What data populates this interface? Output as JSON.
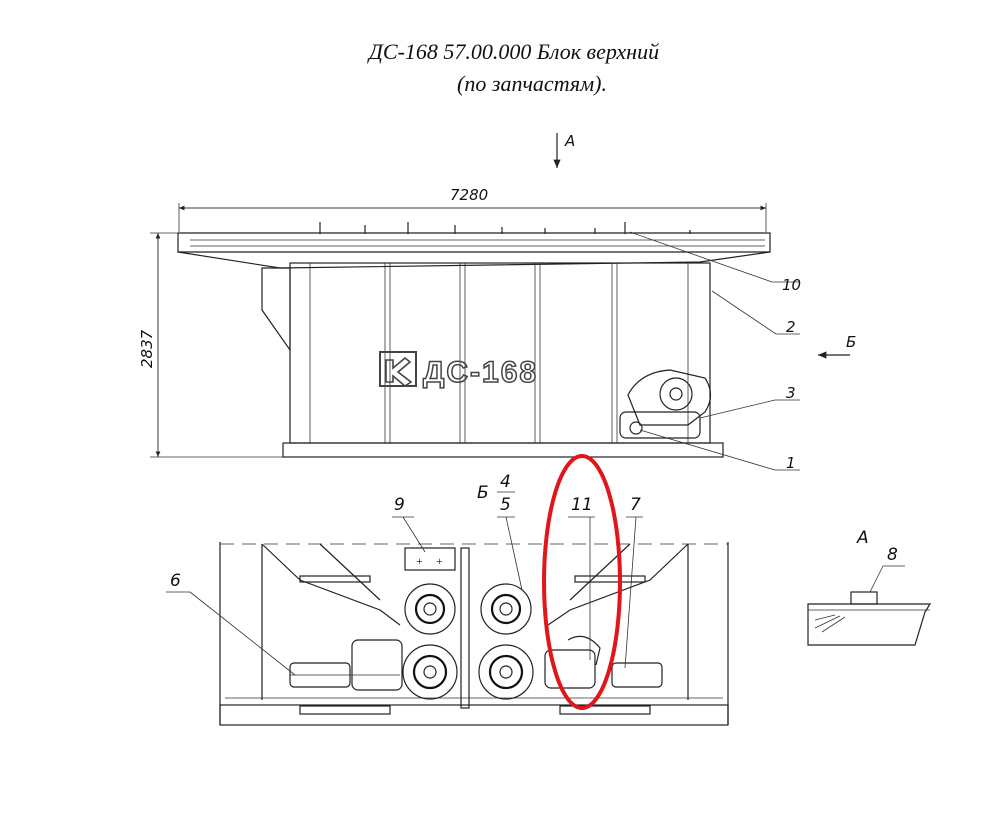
{
  "title": {
    "line1": "ДС-168 57.00.000 Блок верхний",
    "line2": "(по запчастям)."
  },
  "dimensions": {
    "length": "7280",
    "height": "2837"
  },
  "views": {
    "arrow_a": "А",
    "arrow_b": "Б",
    "section_b": "Б",
    "section_a": "А"
  },
  "logo_text": "ДС-168",
  "callouts": {
    "c1": "1",
    "c2": "2",
    "c3": "3",
    "c4": "4",
    "c5": "5",
    "c6": "6",
    "c7": "7",
    "c8": "8",
    "c9": "9",
    "c10": "10",
    "c11": "11"
  },
  "highlight_color": "#e0161b"
}
